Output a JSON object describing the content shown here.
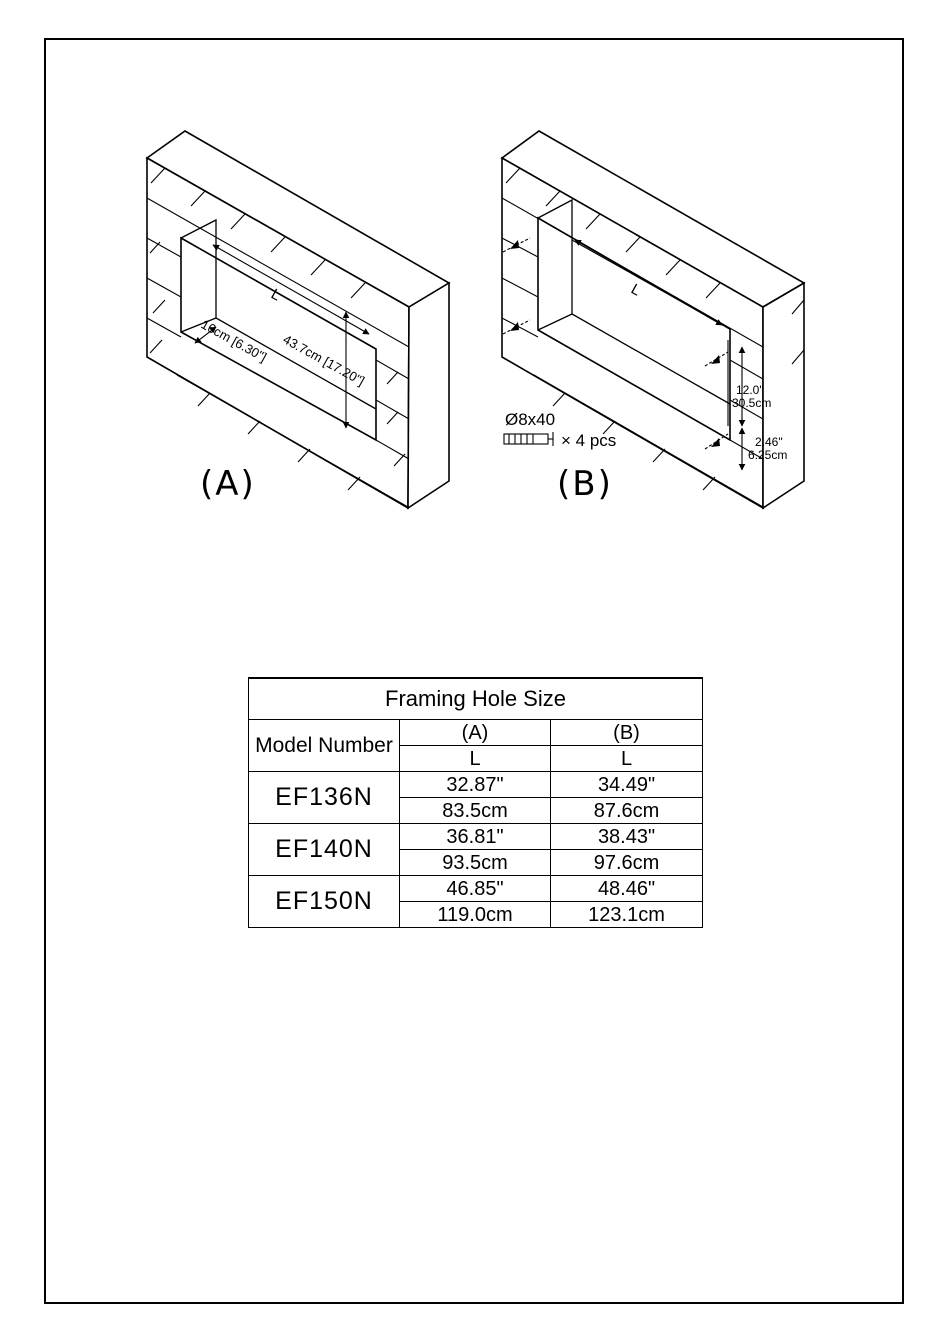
{
  "figure_a": {
    "caption": "(A)",
    "length_symbol": "L",
    "depth_label": "16cm [6.30\"]",
    "height_label": "43.7cm [17.20\"]"
  },
  "figure_b": {
    "caption": "(B)",
    "length_symbol": "L",
    "hole_top_imperial": "12.0\"",
    "hole_top_metric": "30.5cm",
    "hole_bottom_imperial": "2.46\"",
    "hole_bottom_metric": "6.25cm",
    "anchor_spec": "Ø8x40",
    "anchor_qty": "× 4 pcs"
  },
  "table": {
    "title": "Framing Hole Size",
    "model_header": "Model Number",
    "col_a": "(A)",
    "col_b": "(B)",
    "col_a_sub": "L",
    "col_b_sub": "L",
    "rows": [
      {
        "model": "EF136N",
        "a_in": "32.87\"",
        "a_cm": "83.5cm",
        "b_in": "34.49\"",
        "b_cm": "87.6cm"
      },
      {
        "model": "EF140N",
        "a_in": "36.81\"",
        "a_cm": "93.5cm",
        "b_in": "38.43\"",
        "b_cm": "97.6cm"
      },
      {
        "model": "EF150N",
        "a_in": "46.85\"",
        "a_cm": "119.0cm",
        "b_in": "48.46\"",
        "b_cm": "123.1cm"
      }
    ]
  }
}
